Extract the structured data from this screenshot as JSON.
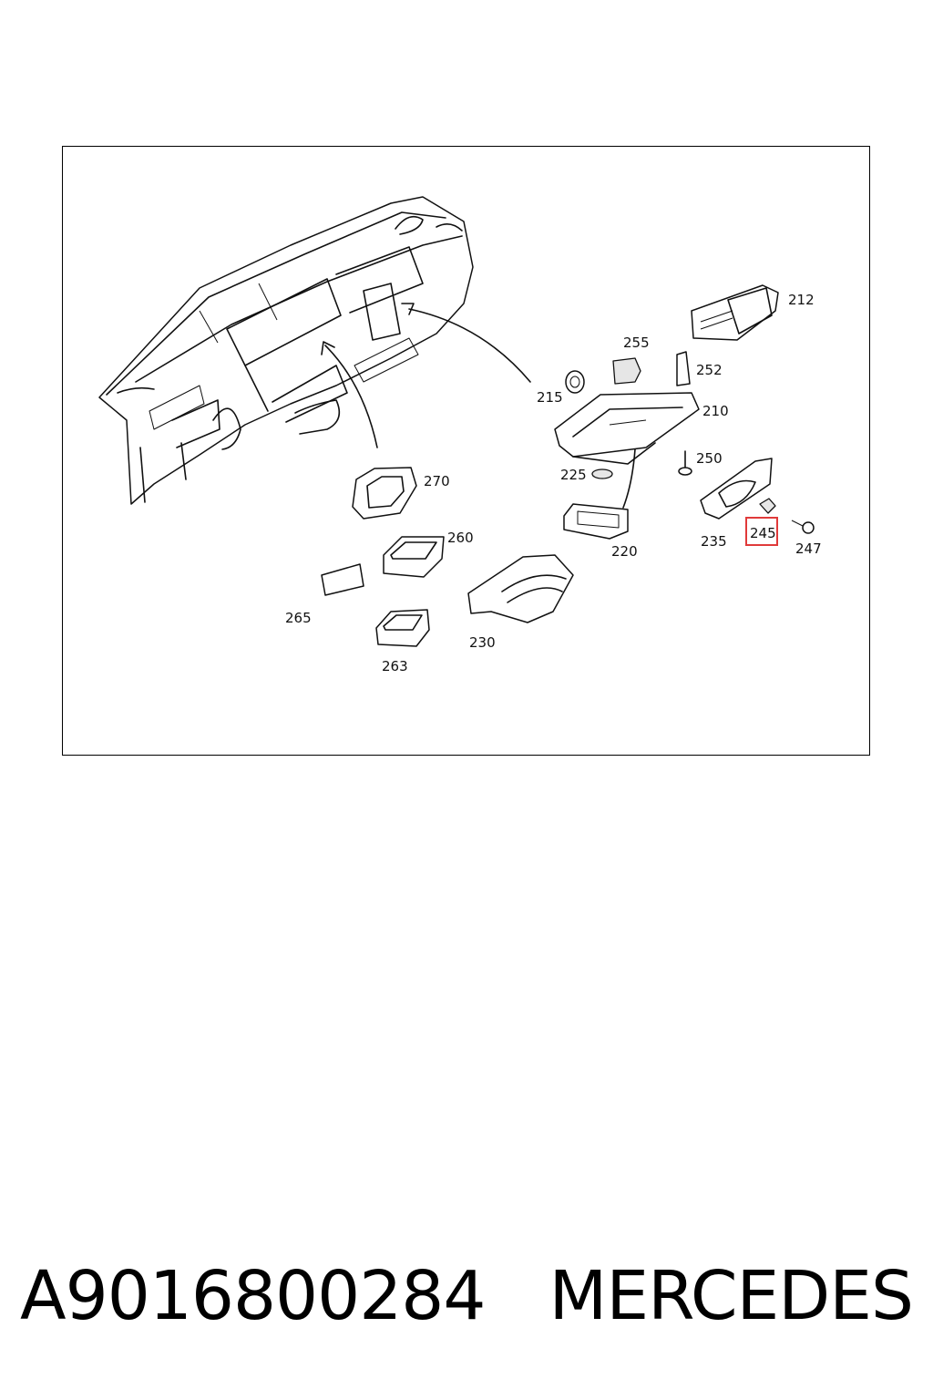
{
  "diagram": {
    "callouts": [
      {
        "id": "212",
        "label": "212"
      },
      {
        "id": "255",
        "label": "255"
      },
      {
        "id": "252",
        "label": "252"
      },
      {
        "id": "215",
        "label": "215"
      },
      {
        "id": "210",
        "label": "210"
      },
      {
        "id": "250",
        "label": "250"
      },
      {
        "id": "225",
        "label": "225"
      },
      {
        "id": "270",
        "label": "270"
      },
      {
        "id": "260",
        "label": "260"
      },
      {
        "id": "235",
        "label": "235"
      },
      {
        "id": "245",
        "label": "245",
        "highlighted": true
      },
      {
        "id": "247",
        "label": "247"
      },
      {
        "id": "220",
        "label": "220"
      },
      {
        "id": "265",
        "label": "265"
      },
      {
        "id": "230",
        "label": "230"
      },
      {
        "id": "263",
        "label": "263"
      }
    ],
    "highlight_color": "#e03a3a"
  },
  "footer": {
    "part_number": "A9016800284",
    "brand": "MERCEDES"
  }
}
